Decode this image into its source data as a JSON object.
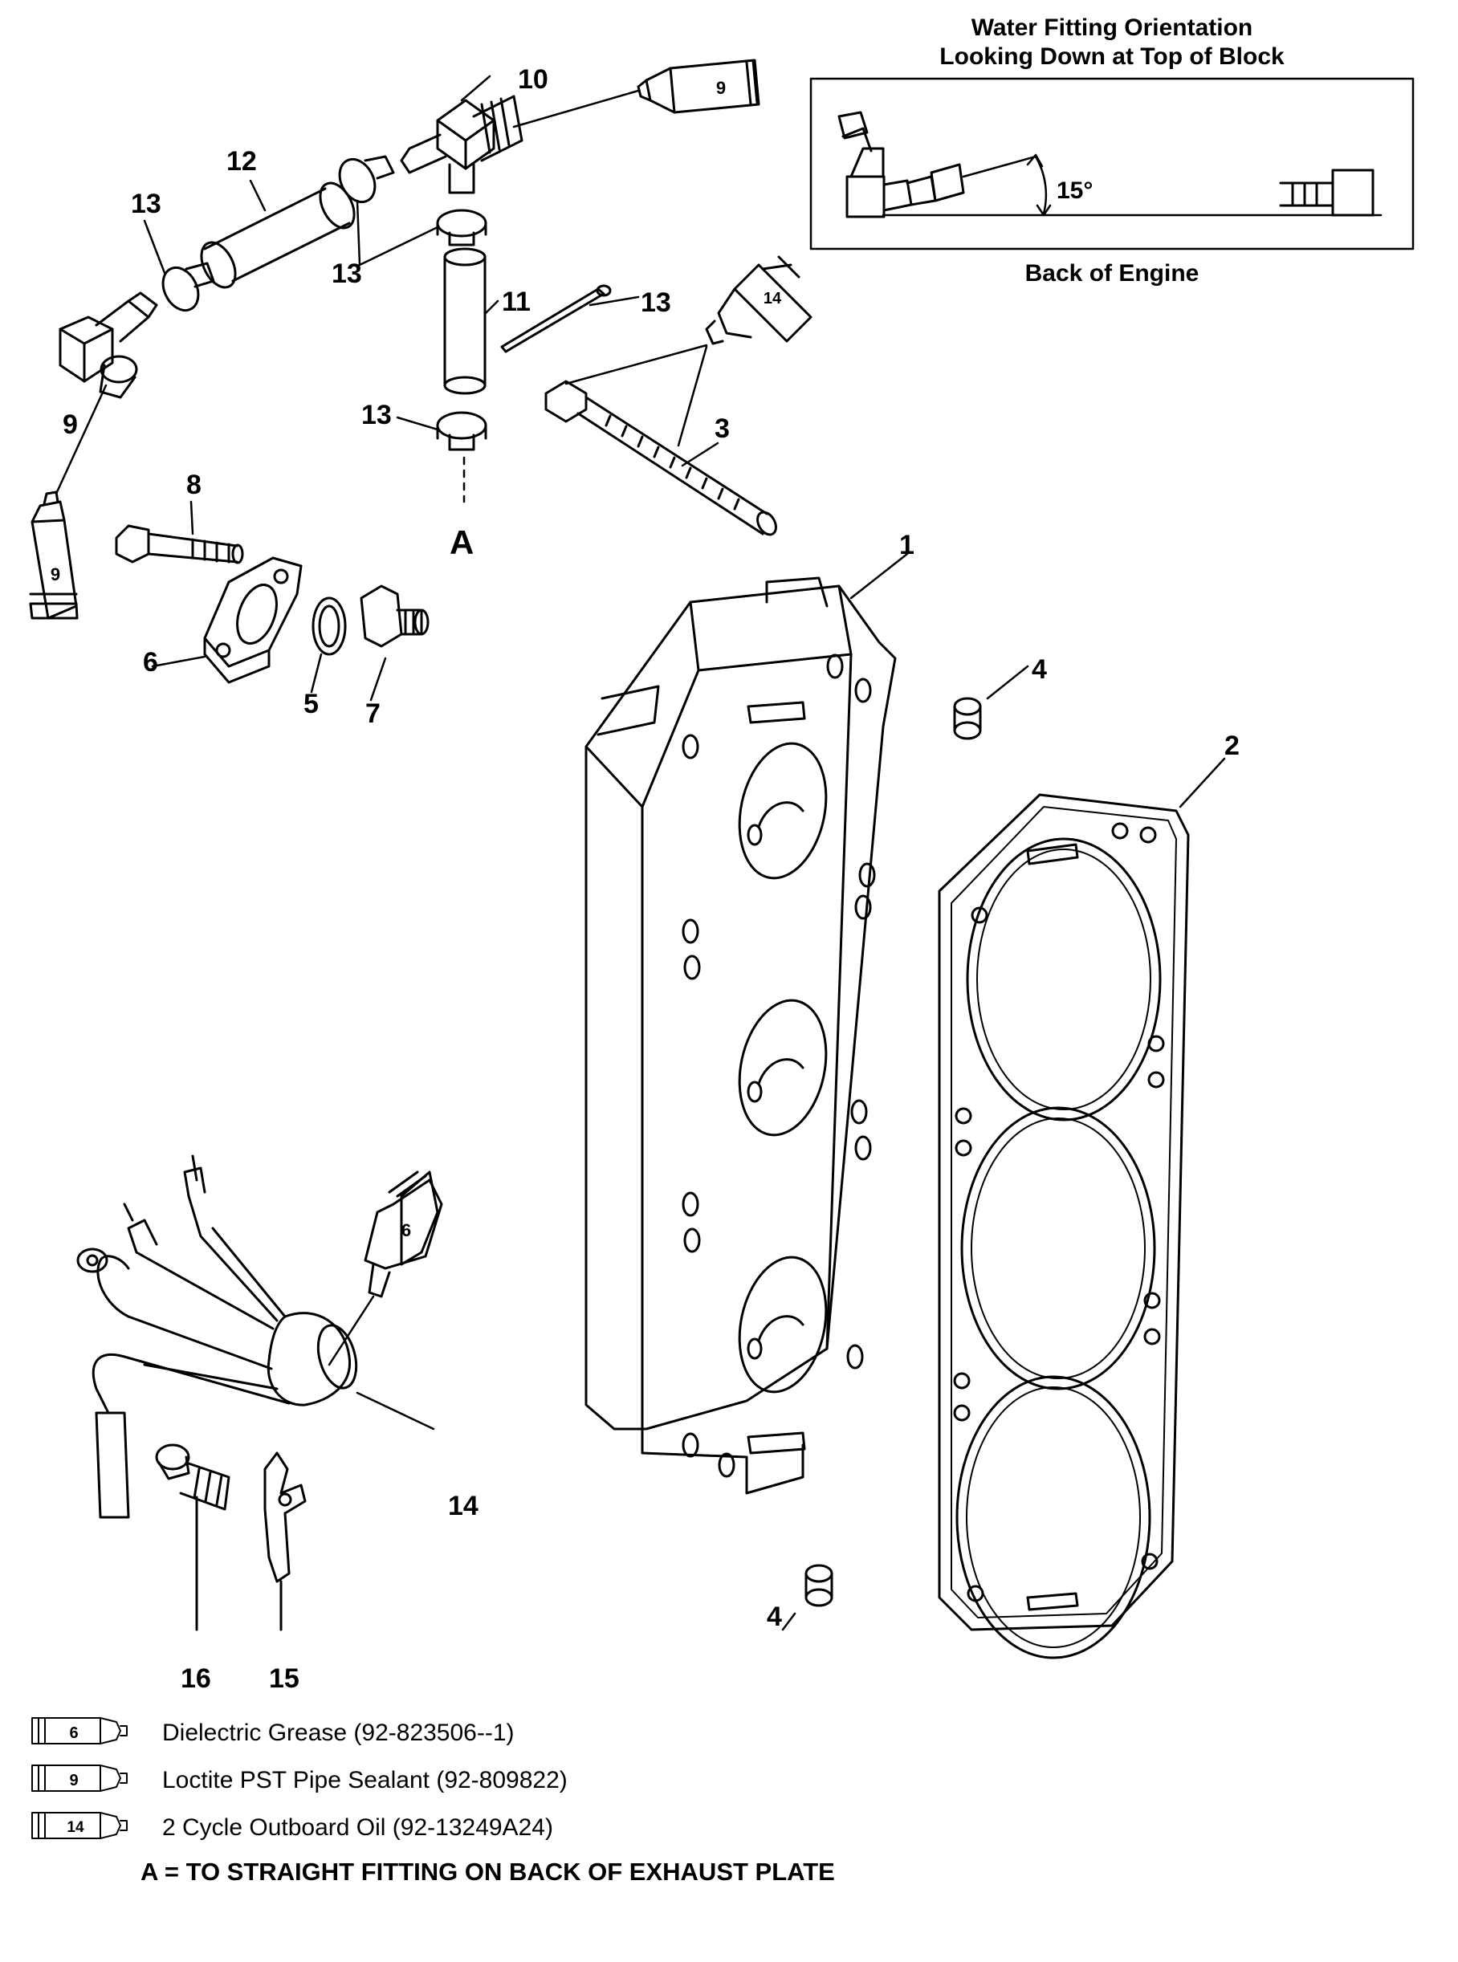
{
  "inset": {
    "title_line1": "Water Fitting Orientation",
    "title_line2": "Looking Down at Top of Block",
    "angle": "15°",
    "caption": "Back of Engine"
  },
  "callouts": [
    "1",
    "2",
    "3",
    "4",
    "4",
    "5",
    "6",
    "7",
    "8",
    "9",
    "10",
    "11",
    "12",
    "13",
    "13",
    "13",
    "13",
    "14",
    "15",
    "16"
  ],
  "callout_letter": "A",
  "tube_labels": [
    "9",
    "14",
    "9",
    "6"
  ],
  "legend": [
    {
      "tube": "6",
      "text": "Dielectric Grease (92-823506--1)"
    },
    {
      "tube": "9",
      "text": "Loctite PST Pipe Sealant (92-809822)"
    },
    {
      "tube": "14",
      "text": "2 Cycle Outboard Oil (92-13249A24)"
    }
  ],
  "footnote": "A = TO STRAIGHT FITTING ON BACK OF EXHAUST PLATE"
}
